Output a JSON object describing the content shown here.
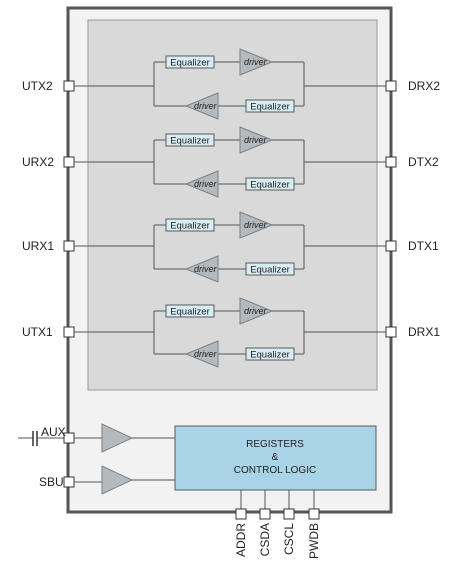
{
  "pins": {
    "left": [
      "UTX2",
      "URX2",
      "URX1",
      "UTX1"
    ],
    "right": [
      "DRX2",
      "DTX2",
      "DTX1",
      "DRX1"
    ],
    "aux": "AUX",
    "sbu": "SBU",
    "bottom": [
      "ADDR",
      "CSDA",
      "CSCL",
      "PWDB"
    ]
  },
  "channel": {
    "equalizer_label": "Equalizer",
    "driver_label": "driver"
  },
  "registers": {
    "line1": "REGISTERS",
    "line2": "&",
    "line3": "CONTROL LOGIC"
  },
  "colors": {
    "chip_fill": "#f2f2f2",
    "chip_border": "#555555",
    "channel_block_fill": "#d9d9d9",
    "equalizer_fill": "#d7ecf3",
    "driver_fill": "#b3b9bd",
    "registers_fill": "#a9d3e6"
  }
}
